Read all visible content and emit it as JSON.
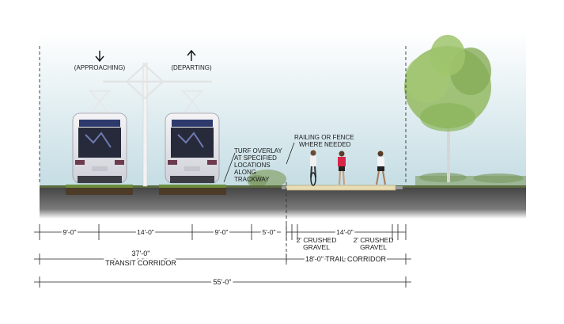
{
  "directions": {
    "approaching": "(APPROACHING)",
    "departing": "(DEPARTING)"
  },
  "callouts": {
    "turf_overlay": [
      "TURF OVERLAY",
      "AT SPECIFIED",
      "LOCATIONS",
      "ALONG",
      "TRACKWAY"
    ],
    "railing": [
      "RAILING OR FENCE",
      "WHERE NEEDED"
    ]
  },
  "dimensions": {
    "segments": [
      "9'-0\"",
      "14'-0\"",
      "9'-0\"",
      "5'-0\""
    ],
    "trail_width": "14'-0\"",
    "gravel_left": [
      "2' CRUSHED",
      "GRAVEL"
    ],
    "gravel_right": [
      "2' CRUSHED",
      "GRAVEL"
    ],
    "transit_width": "37'-0\"",
    "transit_label": "TRANSIT CORRIDOR",
    "trail_corridor": "18'-0\" TRAIL CORRIDOR",
    "total": "55'-0\""
  },
  "colors": {
    "sky_top": "#ffffff",
    "sky_bottom": "#c4dde3",
    "ground": "#555555",
    "train_body": "#e8e8ec",
    "turf": "#6c8e3e",
    "trail": "#e8dcb4"
  }
}
